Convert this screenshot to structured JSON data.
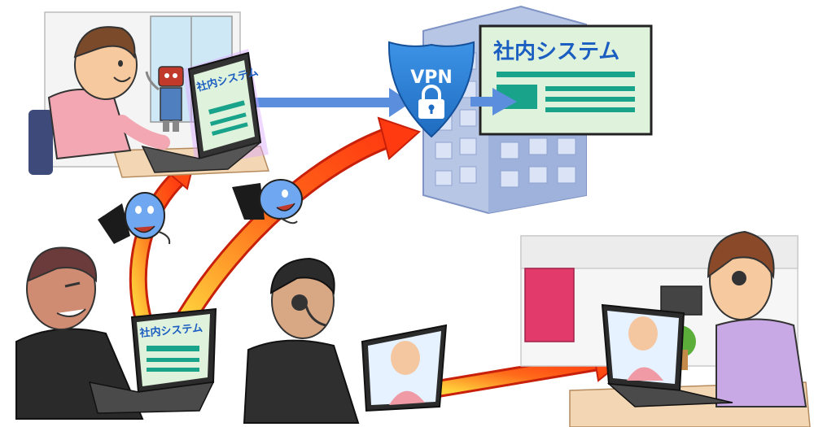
{
  "system": {
    "label": "社内システム"
  },
  "vpn": {
    "label": "VPN"
  },
  "laptops": {
    "office_worker": "社内システム",
    "hacker": "社内システム"
  },
  "colors": {
    "building": "#b8c6e6",
    "panel_bg": "#dff2dc",
    "panel_text": "#1b5ec1",
    "teal": "#19a38a",
    "shield": "#2d7fd3",
    "arrow_blue": "#5b8fdd",
    "arrow_red": "#ff6a1a",
    "arrow_yellow": "#ffd23c"
  }
}
